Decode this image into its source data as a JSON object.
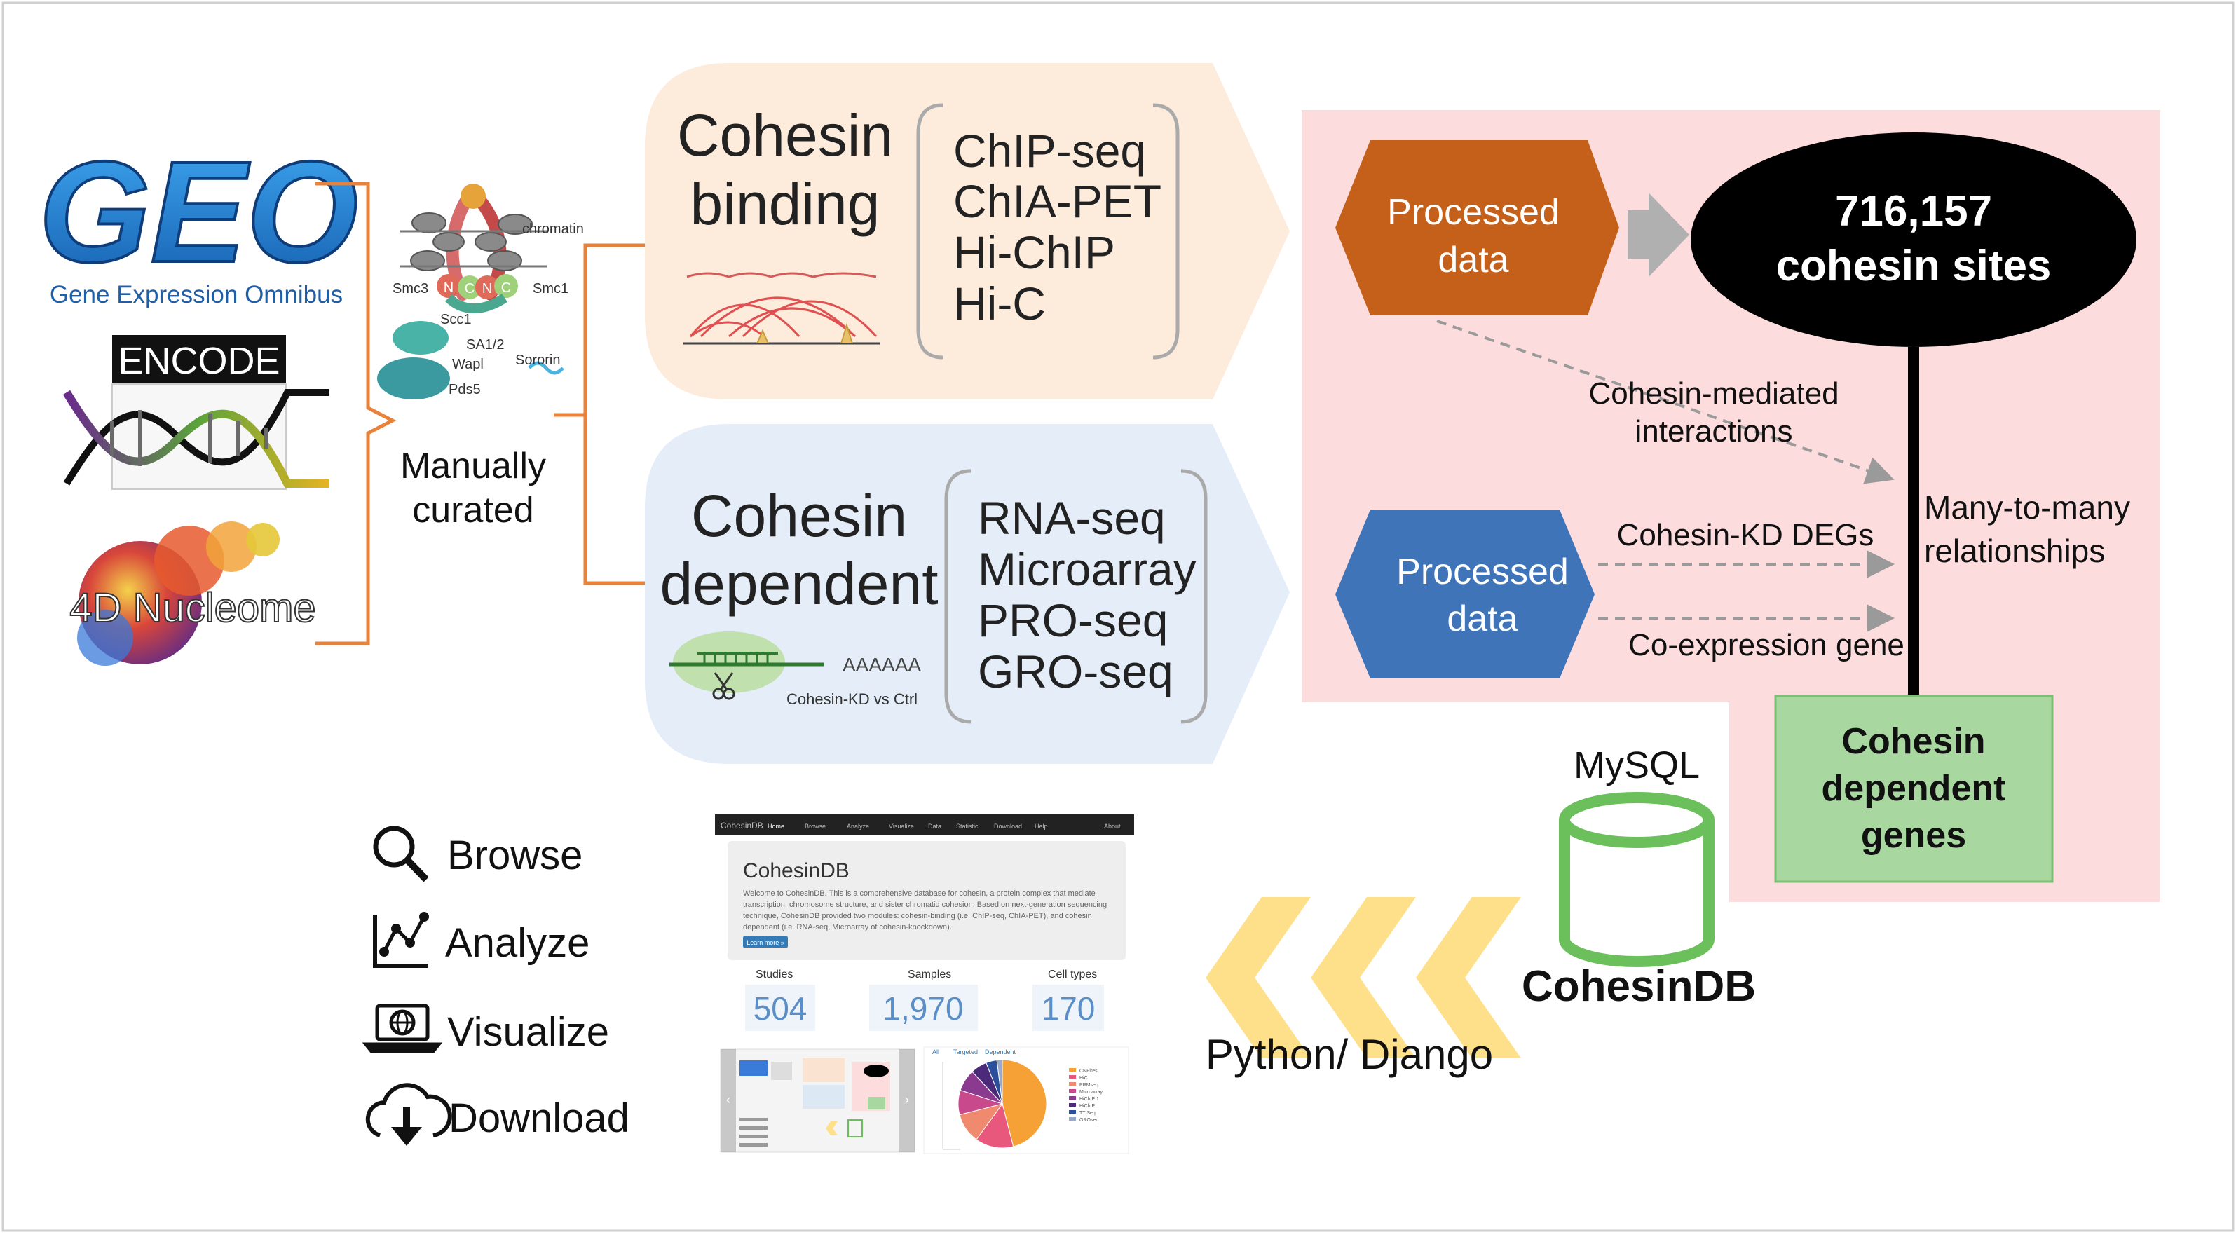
{
  "sources": {
    "geo": {
      "logo": "GEO",
      "caption": "Gene Expression Omnibus"
    },
    "encode": {
      "logo": "ENCODE"
    },
    "nucleome": {
      "logo": "4D Nucleome"
    },
    "manually_curated": [
      "Manually",
      "curated"
    ]
  },
  "cohesin_diagram": {
    "labels": [
      "chromatin",
      "Smc3",
      "Smc1",
      "Scc1",
      "SA1/2",
      "Wapl",
      "Sororin",
      "Pds5"
    ],
    "head_letters": [
      "N",
      "C",
      "N",
      "C"
    ]
  },
  "binding": {
    "title": [
      "Cohesin",
      "binding"
    ],
    "methods": [
      "ChIP-seq",
      "ChIA-PET",
      "Hi-ChIP",
      "Hi-C"
    ]
  },
  "dependent": {
    "title": [
      "Cohesin",
      "dependent"
    ],
    "methods": [
      "RNA-seq",
      "Microarray",
      "PRO-seq",
      "GRO-seq"
    ],
    "polyA": "AAAAAA",
    "caption": "Cohesin-KD vs Ctrl"
  },
  "processing": {
    "processed_top": [
      "Processed",
      "data"
    ],
    "processed_bottom": [
      "Processed",
      "data"
    ],
    "sites": [
      "716,157",
      "cohesin sites"
    ],
    "interactions": [
      "Cohesin-mediated",
      "interactions"
    ],
    "kd_degs": "Cohesin-KD DEGs",
    "coexpression": "Co-expression gene",
    "many_to_many": [
      "Many-to-many",
      "relationships"
    ],
    "genes": [
      "Cohesin",
      "dependent",
      "genes"
    ]
  },
  "database": {
    "engine": "MySQL",
    "name": "CohesinDB",
    "framework": "Python/ Django"
  },
  "features": [
    {
      "icon": "search-icon",
      "label": "Browse"
    },
    {
      "icon": "analyze-icon",
      "label": "Analyze"
    },
    {
      "icon": "laptop-globe-icon",
      "label": "Visualize"
    },
    {
      "icon": "cloud-download-icon",
      "label": "Download"
    }
  ],
  "screenshot": {
    "nav_items": [
      "CohesinDB",
      "Home",
      "Browse",
      "Analyze",
      "Visualize",
      "Data",
      "Statistic",
      "Download",
      "Help",
      "About"
    ],
    "heading": "CohesinDB",
    "intro_lines": [
      "Welcome to CohesinDB. This is a comprehensive database for cohesin, a protein complex that mediate",
      "transcription, chromosome structure, and sister chromatid cohesion. Based on next-generation sequencing",
      "technique, CohesinDB provided two modules: cohesin-binding (i.e. ChIP-seq, ChIA-PET), and cohesin",
      "dependent (i.e. RNA-seq, Microarray of cohesin-knockdown)."
    ],
    "learn_more": "Learn more »",
    "stats": [
      {
        "label": "Studies",
        "value": "504"
      },
      {
        "label": "Samples",
        "value": "1,970"
      },
      {
        "label": "Cell types",
        "value": "170"
      }
    ],
    "pie_tabs": [
      "All",
      "Targeted",
      "Dependent"
    ],
    "pie_legend": [
      "CNFires",
      "HiC",
      "PRMseq",
      "Microarray",
      "HiChIP 1",
      "HiChIP",
      "TT Seq",
      "GROseq"
    ],
    "pie_values": [
      46,
      14,
      11,
      9,
      8,
      6,
      4,
      2
    ],
    "pie_colors": [
      "#f5a136",
      "#e8577c",
      "#f08a6e",
      "#c94a8c",
      "#8a3b8f",
      "#4b2a7a",
      "#2b4f9a",
      "#9aa8c8"
    ]
  },
  "colors": {
    "orange_box": "#c5601b",
    "blue_box": "#3f75b8",
    "pink_panel": "#fcdcdd",
    "green_box": "#a8d8a0",
    "bracket": "#e8823a",
    "chevron": "#ffe08a",
    "binding_bg": "#fdebdc",
    "dependent_bg": "#e4edf8"
  }
}
